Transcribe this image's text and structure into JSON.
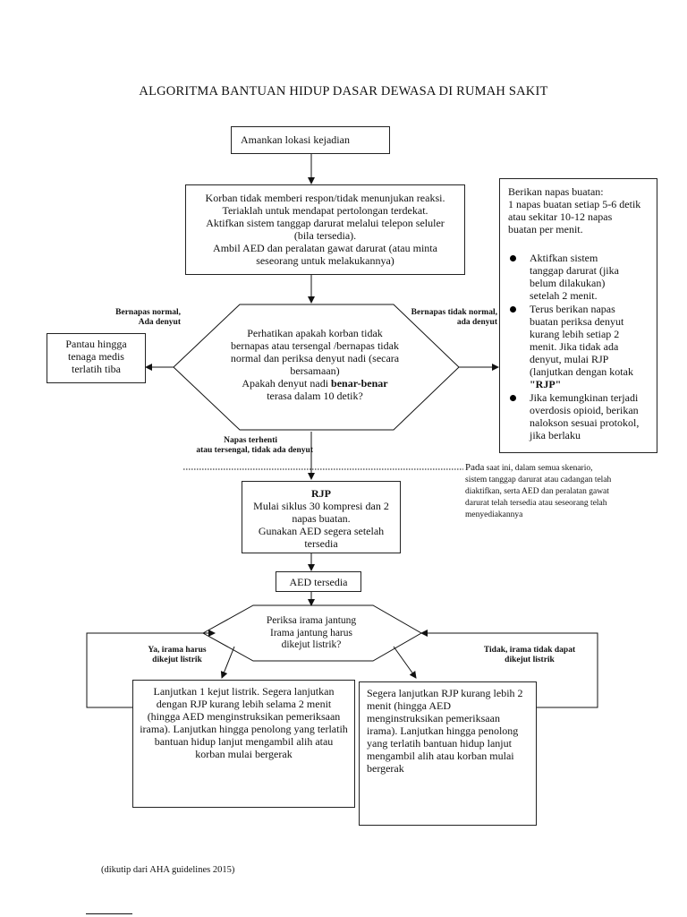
{
  "title": "ALGORITMA BANTUAN HIDUP DASAR DEWASA DI RUMAH SAKIT",
  "nodes": {
    "secure": "Amankan lokasi kejadian",
    "unresponsive": [
      "Korban tidak memberi respon/tidak menunjukan reaksi.",
      "Teriaklah untuk mendapat pertolongan terdekat.",
      "Aktifkan sistem tanggap darurat melalui telepon seluler",
      "(bila tersedia).",
      "Ambil AED dan peralatan gawat darurat (atau minta",
      "seseorang untuk melakukannya)"
    ],
    "check_lines": [
      "Perhatikan apakah korban tidak",
      "bernapas atau tersengal /bernapas tidak",
      "normal dan periksa denyut nadi (secara",
      "bersamaan)"
    ],
    "check_q_pre": "Apakah denyut nadi ",
    "check_q_bold": "benar-benar",
    "check_q_post": "terasa dalam 10 detik?",
    "monitor": [
      "Pantau hingga",
      "tenaga medis",
      "terlatih tiba"
    ],
    "rescue": {
      "intro": [
        "Berikan napas buatan:",
        "1 napas buatan setiap 5-6 detik",
        "atau sekitar 10-12 napas",
        "buatan per menit."
      ],
      "bullets": [
        "Aktifkan sistem tanggap darurat (jika belum dilakukan) setelah 2 menit.",
        "Terus berikan napas buatan periksa denyut kurang lebih setiap 2 menit. Jika tidak ada denyut, mulai RJP (lanjutkan dengan kotak",
        "Jika kemungkinan terjadi overdosis opioid, berikan nalokson sesuai protokol, jika berlaku"
      ],
      "bullet2_bold": "\"RJP\""
    },
    "rjp_title": "RJP",
    "rjp_lines": [
      "Mulai siklus 30 kompresi dan 2",
      "napas buatan.",
      "Gunakan AED segera setelah",
      "tersedia"
    ],
    "aed": "AED tersedia",
    "rhythm": [
      "Periksa irama jantung",
      "Irama jantung harus",
      "dikejut listrik?"
    ],
    "shock_box": "Lanjutkan 1 kejut listrik. Segera lanjutkan dengan RJP kurang lebih selama 2 menit (hingga AED menginstruksikan pemeriksaan irama). Lanjutkan hingga penolong yang terlatih bantuan hidup lanjut mengambil alih atau korban mulai bergerak",
    "noshock_box": "Segera lanjutkan RJP kurang lebih 2 menit (hingga AED menginstruksikan pemeriksaan irama). Lanjutkan hingga penolong yang terlatih bantuan hidup lanjut mengambil alih atau korban mulai bergerak"
  },
  "labels": {
    "normal": [
      "Bernapas normal,",
      "Ada denyut"
    ],
    "abnormal": [
      "Bernapas tidak normal,",
      "ada denyut"
    ],
    "arrest": [
      "Napas terhenti",
      "atau tersengal, tidak ada denyut"
    ],
    "shockable": [
      "Ya, irama harus",
      "dikejut listrik"
    ],
    "nonshockable": [
      "Tidak, irama tidak dapat",
      "dikejut listrik"
    ]
  },
  "note_lead": "Pada",
  "note": [
    "saat ini, dalam semua skenario,",
    "sistem tanggap darurat atau cadangan telah",
    "diaktifkan, serta AED dan peralatan gawat",
    "darurat telah tersedia atau seseorang telah",
    "menyediakannya"
  ],
  "citation": "(dikutip dari AHA guidelines 2015)"
}
